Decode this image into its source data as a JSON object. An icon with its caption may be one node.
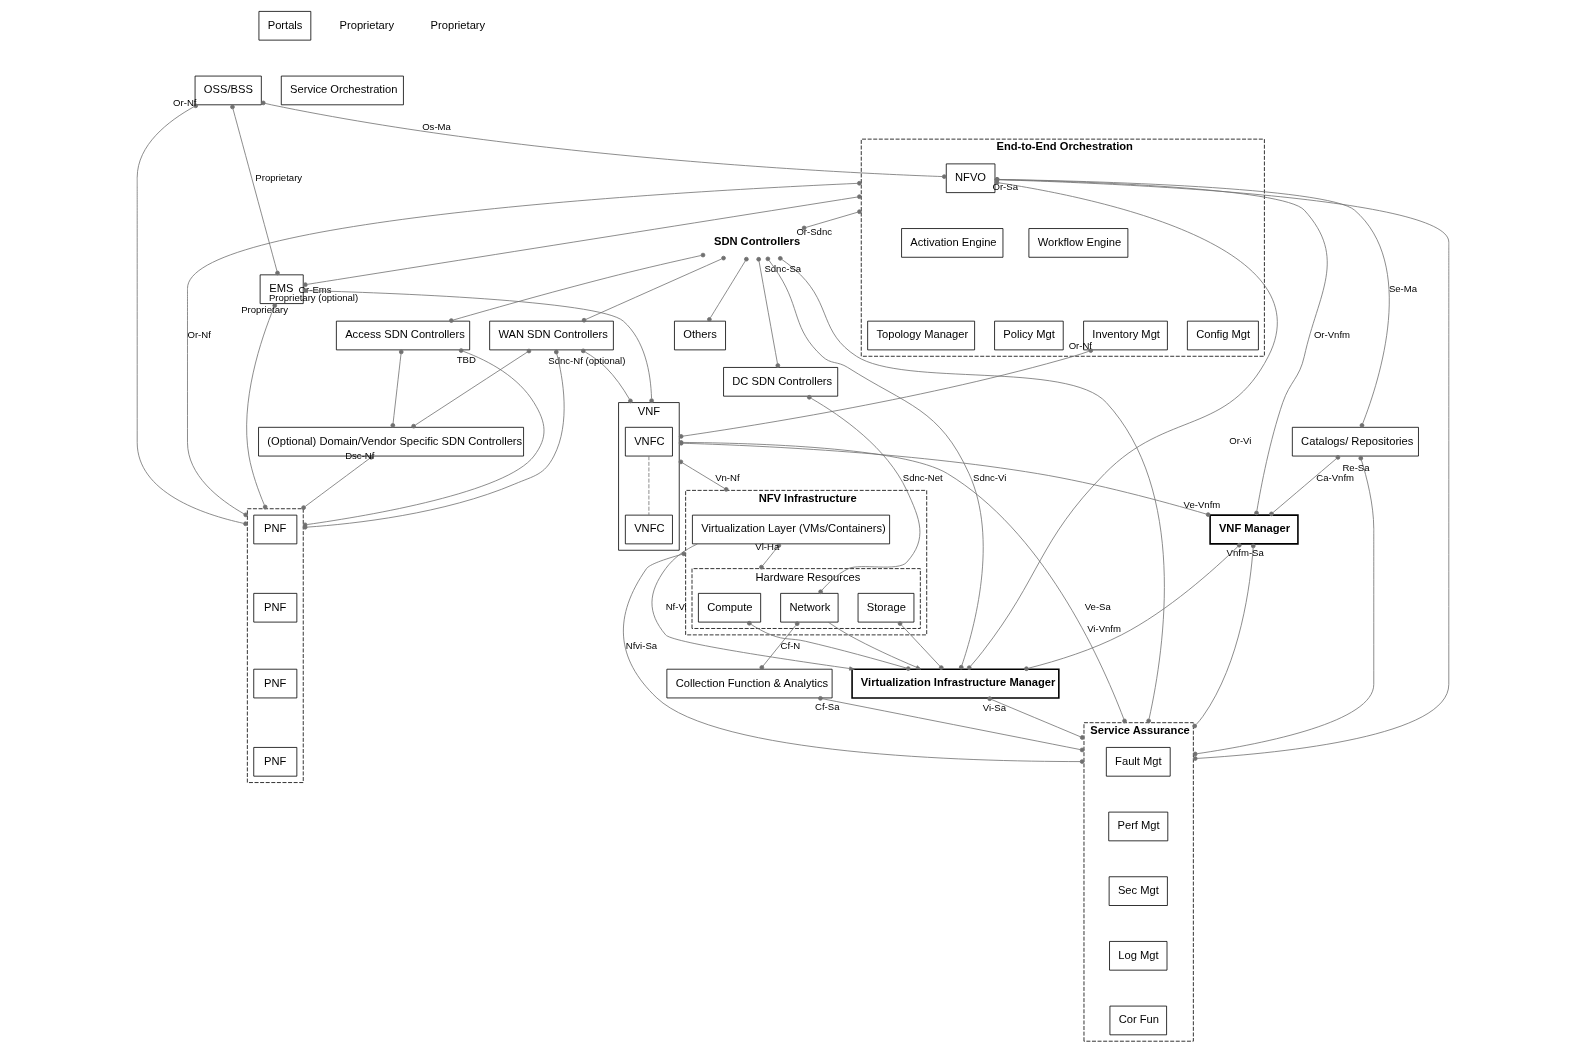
{
  "diagram": {
    "nodes": [
      {
        "text": [
          "Portals"
        ]
      },
      {
        "text": [
          "OSS/BSS"
        ]
      },
      {
        "text": [
          "Service Orchestration"
        ]
      },
      {
        "text": [
          "End-to-End Orchestration"
        ]
      },
      {
        "text": [
          "NFVO"
        ],
        "in": 3
      },
      {
        "text": [
          "Activation Engine"
        ],
        "in": 3
      },
      {
        "text": [
          "Workflow Engine"
        ],
        "in": 3
      },
      {
        "text": [
          "Topology Manager"
        ],
        "in": 3
      },
      {
        "text": [
          "Inventory Mgt"
        ],
        "in": 3
      },
      {
        "text": [
          "Config Mgt"
        ],
        "in": 3
      },
      {
        "text": [
          "Policy Mgt"
        ],
        "in": 3
      },
      {
        "text": [
          "Service Assurance"
        ]
      },
      {
        "text": [
          "Fault Mgt"
        ],
        "in": 11
      },
      {
        "text": [
          "Perf Mgt"
        ],
        "in": 11
      },
      {
        "text": [
          "Sec Mgt"
        ],
        "in": 11
      },
      {
        "text": [
          "Log Mgt"
        ],
        "in": 11
      },
      {
        "text": [
          "Cor Fun"
        ],
        "in": 11
      },
      {
        "text": [
          "EMS"
        ]
      },
      {
        "text": [
          "SDN Controllers"
        ]
      },
      {
        "text": [
          "Others"
        ]
      },
      {
        "text": [
          "Access SDN Controllers"
        ]
      },
      {
        "text": [
          "WAN SDN Controllers"
        ]
      },
      {
        "text": [
          "DC SDN Controllers"
        ]
      },
      {
        "text": [
          "(Optional) Domain/Vendor Specific SDN Controllers"
        ]
      },
      {
        "text": [
          "Catalogs/ Repositories"
        ]
      },
      {
        "text": [
          "VNF"
        ]
      },
      {
        "text": [
          "VNFC"
        ],
        "in": 25
      },
      {
        "text": [
          "VNFC"
        ],
        "in": 25
      },
      {
        "text": [
          "VNF Manager"
        ]
      },
      {
        "text": [
          "Virtualization Infrastructure Manager"
        ]
      },
      {
        "text": [
          "NFV Infrastructure"
        ]
      },
      {
        "text": [
          "Virtualization Layer (VMs/Containers)"
        ],
        "in": 30
      },
      {
        "text": [
          "Hardware Resources"
        ],
        "in": 30
      },
      {
        "text": [
          "Compute"
        ],
        "in": 32
      },
      {
        "text": [
          "Storage"
        ],
        "in": 32
      },
      {
        "text": [
          "Network"
        ],
        "in": 32
      },
      {
        "text": [
          "Collection Function & Analytics"
        ]
      },
      {
        "text": [],
        "shape": "box"
      },
      {
        "text": [
          "PNF"
        ],
        "in": 37
      },
      {
        "text": [
          "PNF"
        ],
        "in": 37
      },
      {
        "text": [
          "PNF"
        ],
        "in": 37
      },
      {
        "text": [
          "PNF"
        ],
        "in": 37
      }
    ],
    "edges": [
      {
        "from": 1,
        "to": 37,
        "arrow": "other",
        "label": "Or-Nf"
      },
      {
        "from": 1,
        "to": 17,
        "arrow": "other",
        "label": "Proprietary"
      },
      {
        "from": 1,
        "to": 4,
        "arrow": "other",
        "label": "Os-Ma"
      },
      {
        "from": 3,
        "to": 37,
        "arrow": "other",
        "label": "Or-Nf"
      },
      {
        "from": 3,
        "to": 17,
        "arrow": "other",
        "label": "Or-Ems"
      },
      {
        "from": 17,
        "to": 25,
        "arrow": "other",
        "label": "Proprietary (optional)"
      },
      {
        "from": 17,
        "to": 37,
        "arrow": "other",
        "label": "Proprietary"
      },
      {
        "from": 3,
        "to": 18,
        "arrow": "other",
        "label": "Or-Sdnc"
      },
      {
        "from": 18,
        "to": 19,
        "arrow": "other"
      },
      {
        "from": 18,
        "to": 20,
        "arrow": "other"
      },
      {
        "from": 18,
        "to": 21,
        "arrow": "other"
      },
      {
        "from": 18,
        "to": 22,
        "arrow": "other"
      },
      {
        "from": 18,
        "to": 29,
        "arrow": "other",
        "label": "Sdnc-Vi"
      },
      {
        "from": 18,
        "to": 11,
        "arrow": "other",
        "label": "Sdnc-Sa"
      },
      {
        "from": 8,
        "to": 25,
        "arrow": "other",
        "label": "Or-Nf"
      },
      {
        "from": 4,
        "to": 24,
        "arrow": "other",
        "label": "Se-Ma"
      },
      {
        "from": 4,
        "to": 11,
        "arrow": "other",
        "label": "Or-Sa"
      },
      {
        "from": 4,
        "to": 29,
        "arrow": "other",
        "label": "Or-Vi"
      },
      {
        "from": 4,
        "to": 28,
        "arrow": "other",
        "label": "Or-Vnfm"
      },
      {
        "from": 24,
        "to": 11,
        "arrow": "other",
        "label": "Re-Sa"
      },
      {
        "from": 24,
        "to": 28,
        "arrow": "other",
        "label": "Ca-Vnfm"
      },
      {
        "from": 25,
        "to": 11,
        "arrow": "other",
        "label": "Ve-Sa"
      },
      {
        "from": 25,
        "to": 28,
        "arrow": "other",
        "label": "Ve-Vnfm"
      },
      {
        "from": 26,
        "to": 27,
        "arrow": "none",
        "style": "dashed"
      },
      {
        "from": 28,
        "to": 11,
        "arrow": "other",
        "label": "Vnfm-Sa"
      },
      {
        "from": 28,
        "to": 29,
        "arrow": "other",
        "label": "Vi-Vnfm"
      },
      {
        "from": 29,
        "to": 11,
        "arrow": "other",
        "label": "Vi-Sa"
      },
      {
        "from": 25,
        "to": 30,
        "arrow": "other",
        "label": "Vn-Nf"
      },
      {
        "from": 31,
        "to": 32,
        "arrow": "other",
        "label": "Vl-Ha"
      },
      {
        "from": 31,
        "to": 29,
        "arrow": "to",
        "label": "Nf-Vi"
      },
      {
        "from": 35,
        "to": 29,
        "arrow": "to"
      },
      {
        "from": 33,
        "to": 29,
        "arrow": "other"
      },
      {
        "from": 34,
        "to": 29,
        "arrow": "other"
      },
      {
        "from": 35,
        "to": 36,
        "arrow": "other",
        "label": "Cf-N"
      },
      {
        "from": 36,
        "to": 11,
        "arrow": "other",
        "label": "Cf-Sa"
      },
      {
        "from": 30,
        "to": 11,
        "arrow": "other",
        "label": "Nfvi-Sa"
      },
      {
        "from": 20,
        "to": 37,
        "arrow": "other",
        "label": "TBD"
      },
      {
        "from": 20,
        "to": 23,
        "arrow": "other"
      },
      {
        "from": 21,
        "to": 23,
        "arrow": "other"
      },
      {
        "from": 23,
        "to": 37,
        "arrow": "other",
        "label": "Dsc-Nf"
      },
      {
        "from": 21,
        "to": 25,
        "arrow": "other",
        "label": "Sdnc-Nf (optional)"
      },
      {
        "from": 21,
        "to": 37,
        "arrow": "other"
      },
      {
        "from": 22,
        "to": 35,
        "arrow": "other",
        "label": "Sdnc-Net"
      }
    ],
    "labels": [
      "Proprietary",
      "Proprietary"
    ]
  }
}
